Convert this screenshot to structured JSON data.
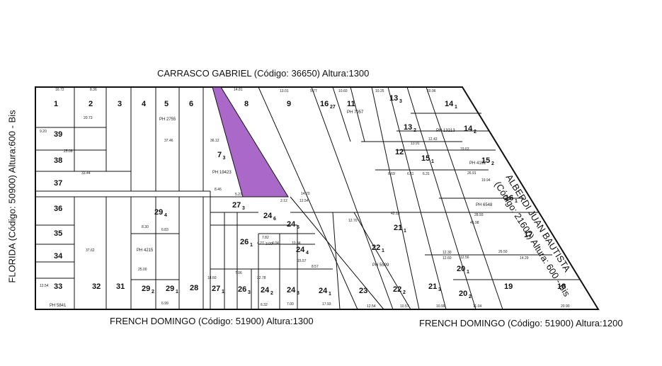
{
  "streets": {
    "north": "CARRASCO GABRIEL (Código: 36650) Altura:1300",
    "west": "FLORIDA (Código: 50900) Altura:600 - Bis",
    "south_left": "FRENCH DOMINGO (Código: 51900) Altura:1300",
    "south_right": "FRENCH DOMINGO (Código: 51900) Altura:1200",
    "east_line1": "ALBERDI JUAN BAUTISTA",
    "east_line2": "(Código: 21600) Altura: 600 - Bis"
  },
  "colors": {
    "highlight": "#9b4fbf",
    "lines": "#111111"
  },
  "lots": [
    {
      "id": "1",
      "main": "1"
    },
    {
      "id": "2",
      "main": "2"
    },
    {
      "id": "3",
      "main": "3"
    },
    {
      "id": "4",
      "main": "4"
    },
    {
      "id": "5",
      "main": "5",
      "ph": "PH 2755"
    },
    {
      "id": "6",
      "main": "6"
    },
    {
      "id": "7",
      "main": "7",
      "sub": "3",
      "ph": "PH 19423"
    },
    {
      "id": "8",
      "main": "8"
    },
    {
      "id": "9",
      "main": "9"
    },
    {
      "id": "16-27",
      "main": "16",
      "sub": "27"
    },
    {
      "id": "11",
      "main": "11",
      "ph": "PH 7957"
    },
    {
      "id": "13-3",
      "main": "13",
      "sub": "3"
    },
    {
      "id": "14-1",
      "main": "14",
      "sub": "1"
    },
    {
      "id": "13-2",
      "main": "13",
      "sub": "2"
    },
    {
      "id": "14-2",
      "main": "14",
      "sub": "2",
      "ph": "PH 13213"
    },
    {
      "id": "12",
      "main": "12"
    },
    {
      "id": "15-1",
      "main": "15",
      "sub": "1"
    },
    {
      "id": "15-2",
      "main": "15",
      "sub": "2",
      "ph": "PH 4192"
    },
    {
      "id": "16-1",
      "main": "16",
      "sub": "1",
      "ph": "PH 6548"
    },
    {
      "id": "17",
      "main": "17"
    },
    {
      "id": "39",
      "main": "39"
    },
    {
      "id": "38",
      "main": "38"
    },
    {
      "id": "37",
      "main": "37"
    },
    {
      "id": "36",
      "main": "36"
    },
    {
      "id": "35",
      "main": "35"
    },
    {
      "id": "34",
      "main": "34"
    },
    {
      "id": "33",
      "main": "33",
      "ph": "PH 5841"
    },
    {
      "id": "32",
      "main": "32"
    },
    {
      "id": "31",
      "main": "31"
    },
    {
      "id": "29-4",
      "main": "29",
      "sub": "4",
      "ph": "PH 4215"
    },
    {
      "id": "29-2",
      "main": "29",
      "sub": "2"
    },
    {
      "id": "29-1",
      "main": "29",
      "sub": "1"
    },
    {
      "id": "28",
      "main": "28"
    },
    {
      "id": "27-3",
      "main": "27",
      "sub": "3"
    },
    {
      "id": "27-1",
      "main": "27",
      "sub": "1"
    },
    {
      "id": "26-1",
      "main": "26",
      "sub": "1"
    },
    {
      "id": "26-3",
      "main": "26",
      "sub": "3"
    },
    {
      "id": "24-6",
      "main": "24",
      "sub": "6"
    },
    {
      "id": "24-5",
      "main": "24",
      "sub": "5"
    },
    {
      "id": "24-4",
      "main": "24",
      "sub": "4"
    },
    {
      "id": "24-2",
      "main": "24",
      "sub": "2"
    },
    {
      "id": "24-3",
      "main": "24",
      "sub": "3"
    },
    {
      "id": "24-1",
      "main": "24",
      "sub": "1"
    },
    {
      "id": "23",
      "main": "23"
    },
    {
      "id": "22-1",
      "main": "22",
      "sub": "1",
      "ph": "PH 5599"
    },
    {
      "id": "21-1",
      "main": "21",
      "sub": "1"
    },
    {
      "id": "22-2",
      "main": "22",
      "sub": "2"
    },
    {
      "id": "21-3",
      "main": "21",
      "sub": "3"
    },
    {
      "id": "20-1",
      "main": "20",
      "sub": "1"
    },
    {
      "id": "20-2",
      "main": "20",
      "sub": "2"
    },
    {
      "id": "19",
      "main": "19"
    },
    {
      "id": "18",
      "main": "18"
    }
  ],
  "dimensions": {
    "d1": "16.72",
    "d2": "8.36",
    "d3": "14.81",
    "d4": "13.01",
    "d5": "9.77",
    "d6": "10.60",
    "d7": "10.25",
    "d8": "20.96",
    "d9": "33.44",
    "d10": "25.08",
    "d11": "14.70",
    "d12": "12.54",
    "d13": "42.13",
    "d14": "45.98",
    "d15": "28.93",
    "d16": "26.91",
    "d17": "19.94",
    "d18": "19.63",
    "d19": "12.43",
    "d20": "13.91",
    "d21": "6.69",
    "d22": "6.11",
    "d23": "6.31",
    "d24": "12.70",
    "d25": "12.30",
    "d26": "12.60",
    "d27": "12.56",
    "d28": "26.50",
    "d29": "14.29",
    "d30": "20.90",
    "d31": "11.04",
    "d32": "10.99",
    "d33": "10.57",
    "d34": "12.54",
    "d35": "17.93",
    "d36": "7.00",
    "d37": "6.32",
    "d38": "6.99",
    "d39": "7.06",
    "d40": "8.46",
    "d41": "5.21",
    "d42": "7.82",
    "d43": "10.84",
    "d44": "15.57",
    "d45": "8.57",
    "d46": "4.27",
    "d47": "3.00",
    "d48": "4.04",
    "d49": "6.83",
    "d50": "8.30",
    "d51": "20.73",
    "d52": "37.46",
    "d53": "36.12",
    "d54": "9.20",
    "d55": "12.54",
    "d56": "37.62",
    "d57": "25.00",
    "d58": "22.78",
    "d59": "18.60",
    "d60": "2.12"
  }
}
